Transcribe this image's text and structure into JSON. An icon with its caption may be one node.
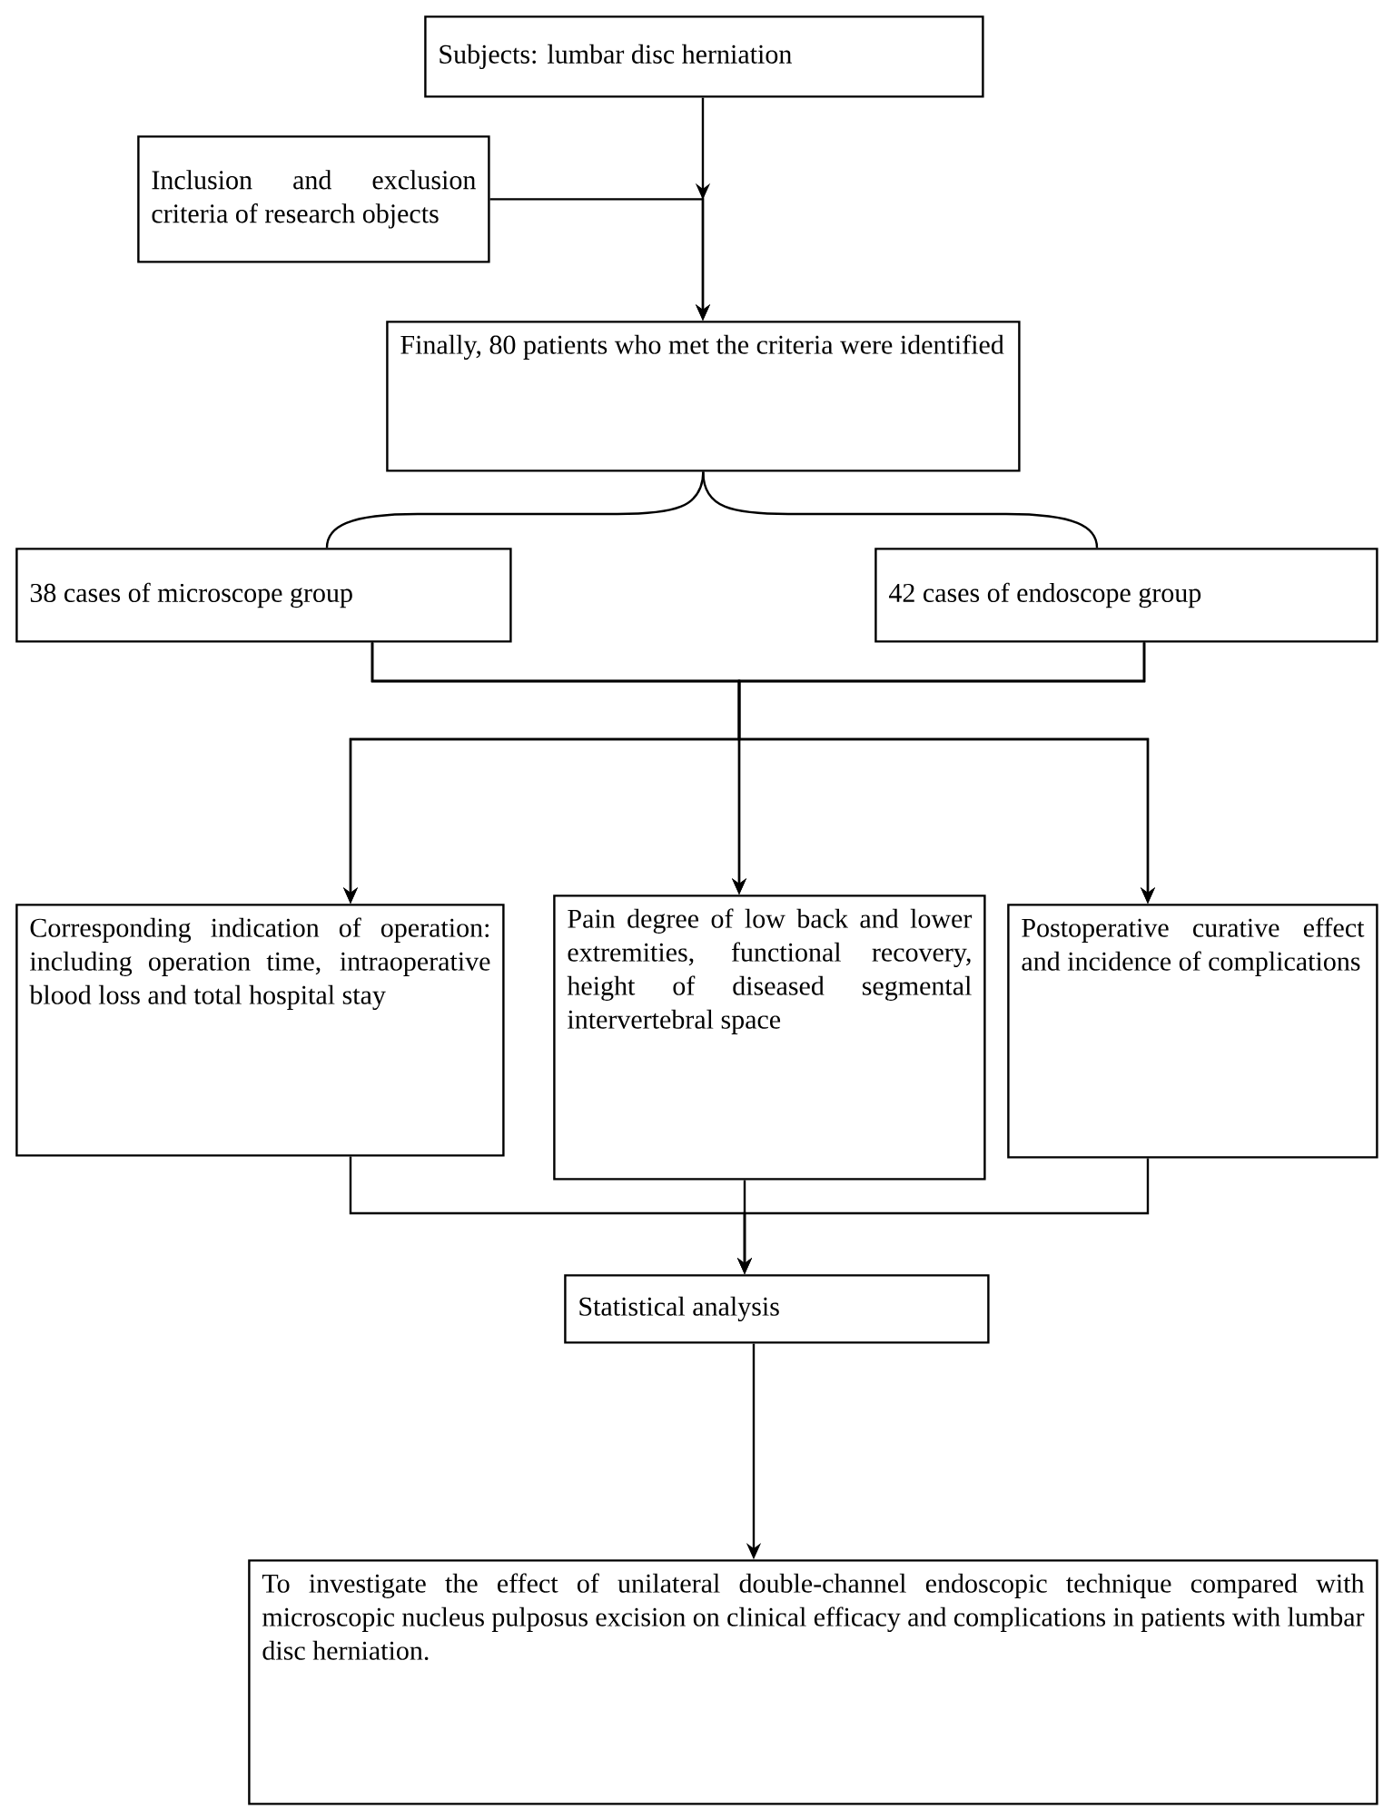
{
  "diagram": {
    "nodes": [
      {
        "text": [
          "Subjects: lumbar disc herniation"
        ]
      },
      {
        "text": [
          "Inclusion and exclusion criteria of research objects"
        ]
      },
      {
        "text": [
          "Finally, 80 patients who met the criteria were identified"
        ]
      },
      {
        "text": [
          "38 cases of microscope group"
        ]
      },
      {
        "text": [
          "42 cases of endoscope group"
        ]
      },
      {
        "text": [
          "Corresponding indication of operation: including operation time, intraoperative blood loss and total hospital stay"
        ]
      },
      {
        "text": [
          "Pain degree of low back and lower extremities, functional recovery, height of diseased segmental intervertebral space"
        ]
      },
      {
        "text": [
          "Postoperative curative effect and incidence of complications"
        ]
      },
      {
        "text": [
          "Statistical analysis"
        ]
      },
      {
        "text": [
          "To investigate the effect of unilateral double-channel endoscopic technique compared with microscopic nucleus pulposus excision on clinical efficacy and complications in patients with lumbar disc herniation."
        ]
      }
    ],
    "edges": [
      {
        "from": 0,
        "to": 2,
        "arrow": "to"
      },
      {
        "from": 1,
        "to": 2,
        "arrow": "to"
      },
      {
        "from": 2,
        "to": 3,
        "arrow": "none"
      },
      {
        "from": 2,
        "to": 4,
        "arrow": "none"
      },
      {
        "from": 3,
        "to": 5,
        "arrow": "to"
      },
      {
        "from": 3,
        "to": 6,
        "arrow": "to"
      },
      {
        "from": 3,
        "to": 7,
        "arrow": "to"
      },
      {
        "from": 4,
        "to": 5,
        "arrow": "to"
      },
      {
        "from": 4,
        "to": 6,
        "arrow": "to"
      },
      {
        "from": 4,
        "to": 7,
        "arrow": "to"
      },
      {
        "from": 5,
        "to": 8,
        "arrow": "to"
      },
      {
        "from": 6,
        "to": 8,
        "arrow": "to"
      },
      {
        "from": 7,
        "to": 8,
        "arrow": "to"
      },
      {
        "from": 8,
        "to": 9,
        "arrow": "to"
      }
    ]
  }
}
